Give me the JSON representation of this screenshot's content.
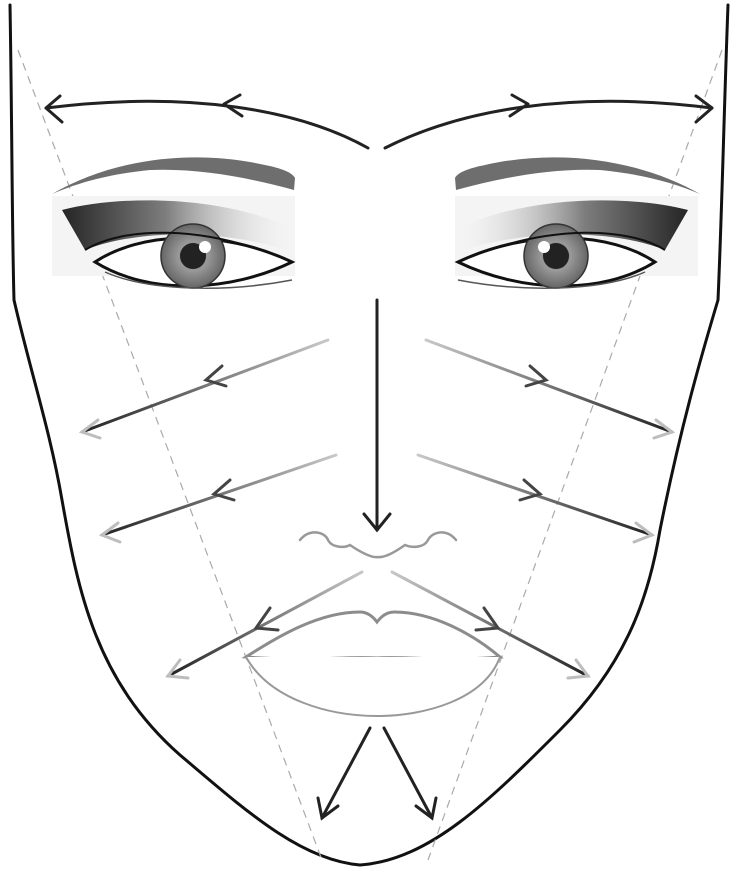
{
  "diagram": {
    "colors": {
      "outline": "#111111",
      "brow": "#6e6e6e",
      "guide": "#aaaaaa",
      "lip": "#8c8c8c",
      "arrow_dark": "#222222",
      "arrow_light": "#bdbdbd"
    },
    "arrow_groups": [
      "forehead",
      "upper-cheek",
      "lower-cheek",
      "jaw",
      "chin",
      "nose"
    ]
  }
}
